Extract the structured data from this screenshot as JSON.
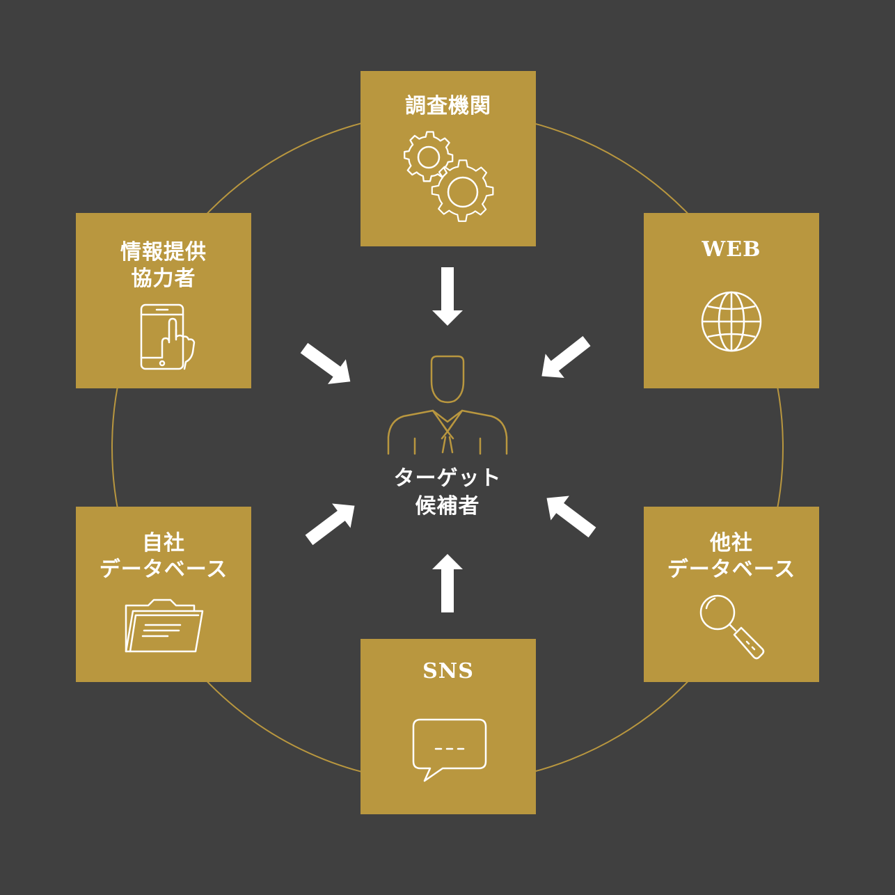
{
  "diagram": {
    "center": {
      "label_line1": "ターゲット",
      "label_line2": "候補者",
      "icon": "person-icon"
    },
    "sources": [
      {
        "id": "chosa",
        "label_lines": [
          "調査機関"
        ],
        "icon": "gears-icon"
      },
      {
        "id": "joho",
        "label_lines": [
          "情報提供",
          "協力者"
        ],
        "icon": "smartphone-tap-icon"
      },
      {
        "id": "web",
        "label_lines": [
          "WEB"
        ],
        "icon": "globe-icon"
      },
      {
        "id": "jisha",
        "label_lines": [
          "自社",
          "データベース"
        ],
        "icon": "folder-icon"
      },
      {
        "id": "tasha",
        "label_lines": [
          "他社",
          "データベース"
        ],
        "icon": "magnifier-icon"
      },
      {
        "id": "sns",
        "label_lines": [
          "SNS"
        ],
        "icon": "chat-bubble-icon"
      }
    ]
  },
  "colors": {
    "background": "#404040",
    "box": "#b9973f",
    "ring": "#b9973f",
    "text": "#ffffff",
    "arrow": "#ffffff"
  }
}
